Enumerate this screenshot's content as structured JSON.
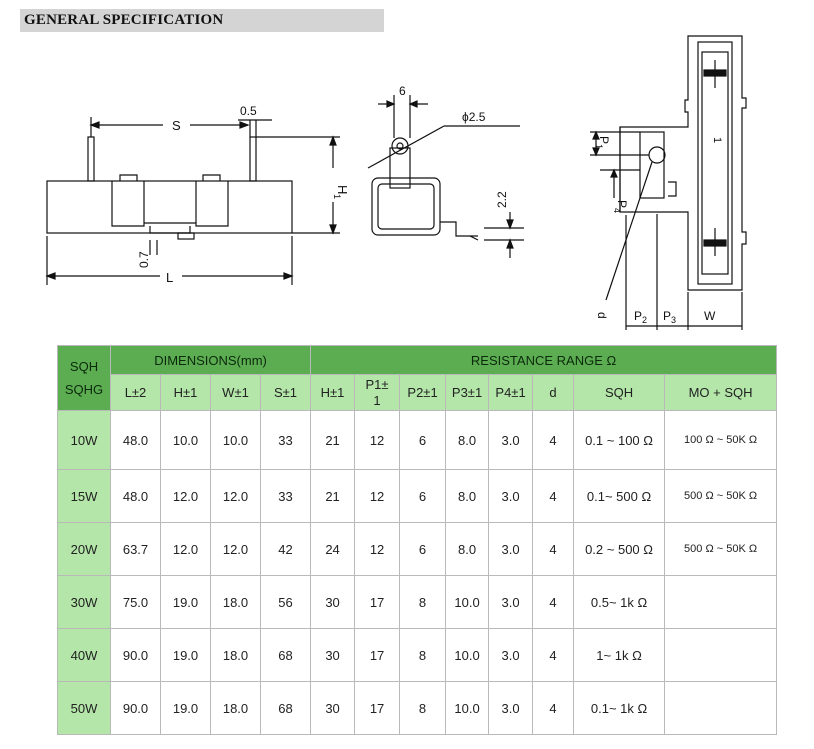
{
  "title": "GENERAL SPECIFICATION",
  "drawing": {
    "front_view": {
      "dim_s": "S",
      "dim_05": "0.5",
      "dim_h1_main": "H",
      "dim_h1_sub": "1",
      "dim_07": "0.7",
      "dim_l": "L"
    },
    "side_view": {
      "dim_6": "6",
      "dim_phi25": "ϕ2.5",
      "dim_22": "2.2"
    },
    "mount_view": {
      "dim_p1_main": "P",
      "dim_p1_sub": "1",
      "dim_p4_main": "P",
      "dim_p4_sub": "4",
      "dim_d": "d",
      "dim_p2_main": "P",
      "dim_p2_sub": "2",
      "dim_p3_main": "P",
      "dim_p3_sub": "3",
      "dim_w": "W",
      "dim_1": "1"
    }
  },
  "table": {
    "corner_top": "SQH",
    "corner_mid": "`",
    "corner_bottom": "SQHG",
    "group_dimensions": "DIMENSIONS(mm)",
    "group_resistance": "RESISTANCE RANGE Ω",
    "columns": [
      "L±2",
      "H±1",
      "W±1",
      "S±1",
      "H±1",
      "P1±1",
      "P2±1",
      "P3±1",
      "P4±1",
      "d",
      "SQH",
      "MO + SQH"
    ],
    "rows": [
      {
        "label": "10W",
        "values": [
          "48.0",
          "10.0",
          "10.0",
          "33",
          "21",
          "12",
          "6",
          "8.0",
          "3.0",
          "4",
          "0.1 ~ 100 Ω",
          "100 Ω ~ 50K Ω"
        ]
      },
      {
        "label": "15W",
        "values": [
          "48.0",
          "12.0",
          "12.0",
          "33",
          "21",
          "12",
          "6",
          "8.0",
          "3.0",
          "4",
          "0.1~ 500 Ω",
          "500 Ω ~ 50K Ω"
        ]
      },
      {
        "label": "20W",
        "values": [
          "63.7",
          "12.0",
          "12.0",
          "42",
          "24",
          "12",
          "6",
          "8.0",
          "3.0",
          "4",
          "0.2 ~ 500 Ω",
          "500 Ω ~ 50K Ω"
        ]
      },
      {
        "label": "30W",
        "values": [
          "75.0",
          "19.0",
          "18.0",
          "56",
          "30",
          "17",
          "8",
          "10.0",
          "3.0",
          "4",
          "0.5~ 1k Ω",
          ""
        ]
      },
      {
        "label": "40W",
        "values": [
          "90.0",
          "19.0",
          "18.0",
          "68",
          "30",
          "17",
          "8",
          "10.0",
          "3.0",
          "4",
          "1~ 1k Ω",
          ""
        ]
      },
      {
        "label": "50W",
        "values": [
          "90.0",
          "19.0",
          "18.0",
          "68",
          "30",
          "17",
          "8",
          "10.0",
          "3.0",
          "4",
          "0.1~ 1k Ω",
          ""
        ]
      }
    ]
  }
}
